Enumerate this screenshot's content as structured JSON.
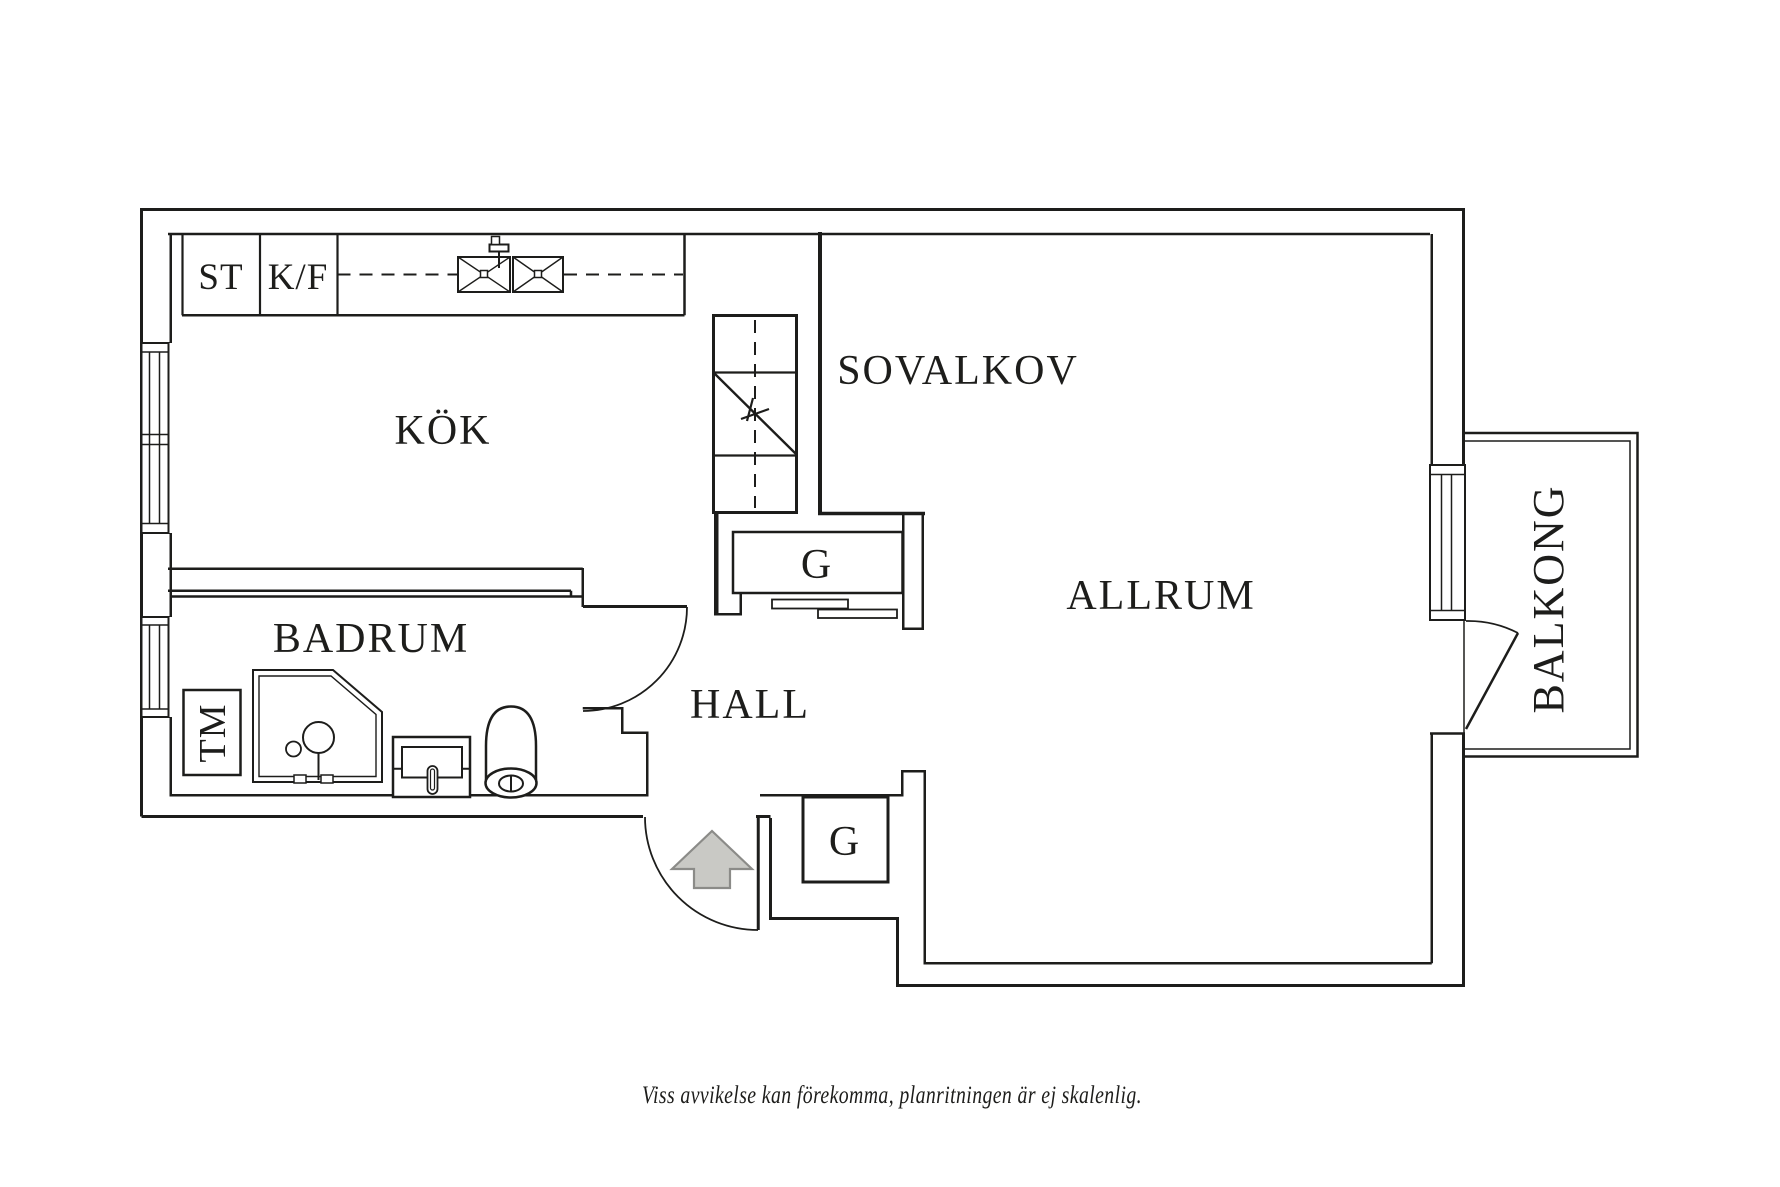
{
  "colors": {
    "background": "#ffffff",
    "line": "#1d1d1b",
    "arrow_fill": "#c9c9c5",
    "arrow_stroke": "#8b8b88"
  },
  "rooms": {
    "kitchen": {
      "label": "KÖK"
    },
    "sleeping_alcove": {
      "label": "SOVALKOV"
    },
    "living_room": {
      "label": "ALLRUM"
    },
    "bathroom": {
      "label": "BADRUM"
    },
    "hall": {
      "label": "HALL"
    },
    "balcony": {
      "label": "BALKONG"
    }
  },
  "fixtures": {
    "storage_cabinet": {
      "label": "ST"
    },
    "fridge_freezer": {
      "label": "K/F"
    },
    "washing_machine": {
      "label": "TM"
    },
    "wardrobe_upper": {
      "label": "G"
    },
    "wardrobe_lower": {
      "label": "G"
    }
  },
  "footer": {
    "disclaimer": "Viss avvikelse kan förekomma, planritningen är ej skalenlig."
  }
}
